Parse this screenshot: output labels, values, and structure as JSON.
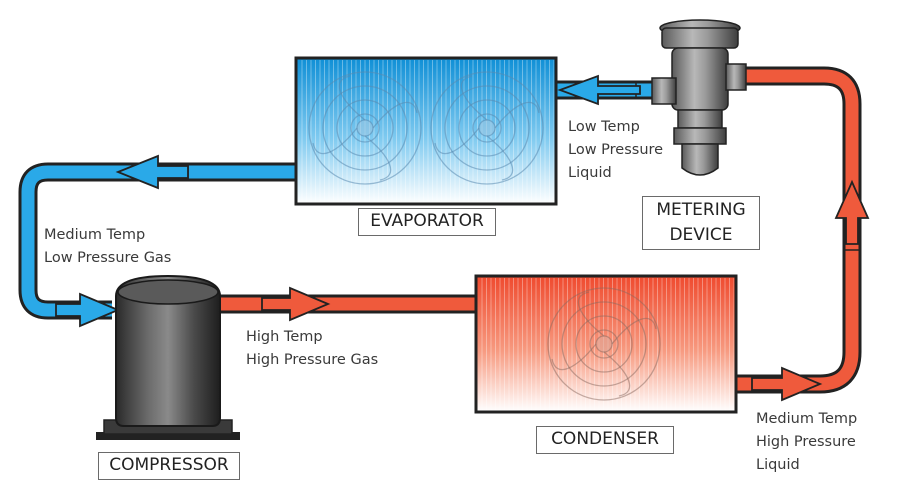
{
  "labels": {
    "evaporator": "EVAPORATOR",
    "condenser": "CONDENSER",
    "compressor": "COMPRESSOR",
    "metering_line1": "METERING",
    "metering_line2": "DEVICE"
  },
  "captions": {
    "low_temp": [
      "Low Temp",
      "Low Pressure",
      "Liquid"
    ],
    "medium_low": [
      "Medium Temp",
      "Low Pressure Gas"
    ],
    "high_temp": [
      "High Temp",
      "High Pressure Gas"
    ],
    "medium_high": [
      "Medium Temp",
      "High Pressure",
      "Liquid"
    ]
  },
  "colors": {
    "cold_pipe": "#2aa9e8",
    "hot_pipe": "#ef5a3c",
    "outline": "#222222"
  }
}
